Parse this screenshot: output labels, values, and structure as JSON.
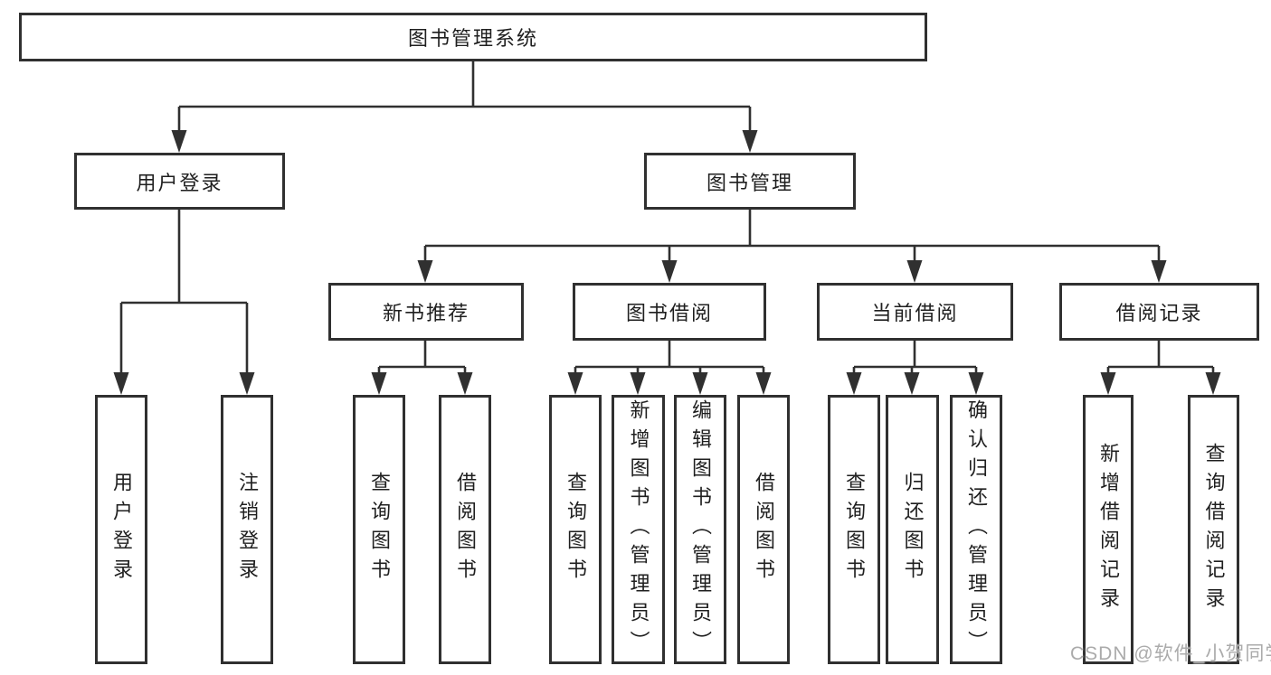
{
  "colors": {
    "background": "#ffffff",
    "box_border": "#303030",
    "connector_line": "#303030",
    "text": "#1f1f1f",
    "watermark_text": "#ababab"
  },
  "diagram": {
    "root": {
      "label": "图书管理系统"
    },
    "branches": [
      {
        "label": "用户登录",
        "children": [
          {
            "label": "用户登录"
          },
          {
            "label": "注销登录"
          }
        ]
      },
      {
        "label": "图书管理",
        "children": [
          {
            "label": "新书推荐",
            "children": [
              {
                "label": "查询图书"
              },
              {
                "label": "借阅图书"
              }
            ]
          },
          {
            "label": "图书借阅",
            "children": [
              {
                "label": "查询图书"
              },
              {
                "label": "新增图书（管理员）"
              },
              {
                "label": "编辑图书（管理员）"
              },
              {
                "label": "借阅图书"
              }
            ]
          },
          {
            "label": "当前借阅",
            "children": [
              {
                "label": "查询图书"
              },
              {
                "label": "归还图书"
              },
              {
                "label": "确认归还（管理员）"
              }
            ]
          },
          {
            "label": "借阅记录",
            "children": [
              {
                "label": "新增借阅记录"
              },
              {
                "label": "查询借阅记录"
              }
            ]
          }
        ]
      }
    ]
  },
  "watermark": {
    "text": "CSDN @软件_小贺同学"
  }
}
